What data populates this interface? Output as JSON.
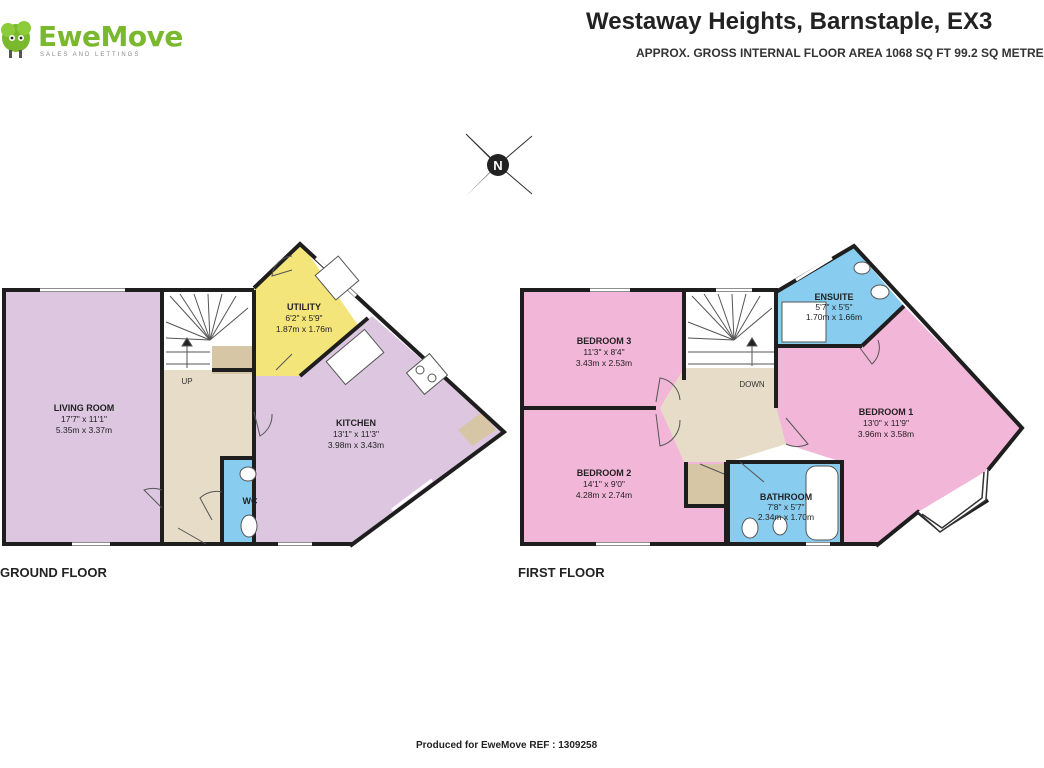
{
  "header": {
    "title": "Westaway Heights, Barnstaple, EX3",
    "subtitle": "APPROX. GROSS INTERNAL FLOOR AREA 1068 SQ FT 99.2 SQ METRE"
  },
  "brand": {
    "logo_name": "EweMove",
    "logo_tagline": "SALES AND LETTINGS",
    "color": "#7ab82d"
  },
  "compass": {
    "letter": "N"
  },
  "floors": {
    "ground": {
      "label": "GROUND FLOOR"
    },
    "first": {
      "label": "FIRST FLOOR"
    }
  },
  "rooms": {
    "living": {
      "name": "LIVING ROOM",
      "imperial": "17'7\" x 11'1\"",
      "metric": "5.35m x 3.37m"
    },
    "utility": {
      "name": "UTILITY",
      "imperial": "6'2\" x 5'9\"",
      "metric": "1.87m x 1.76m"
    },
    "kitchen": {
      "name": "KITCHEN",
      "imperial": "13'1\" x 11'3\"",
      "metric": "3.98m x 3.43m"
    },
    "wc": {
      "name": "WC"
    },
    "bedroom3": {
      "name": "BEDROOM 3",
      "imperial": "11'3\" x 8'4\"",
      "metric": "3.43m x 2.53m"
    },
    "bedroom2": {
      "name": "BEDROOM 2",
      "imperial": "14'1\" x 9'0\"",
      "metric": "4.28m x 2.74m"
    },
    "ensuite": {
      "name": "ENSUITE",
      "imperial": "5'7\" x 5'5\"",
      "metric": "1.70m x 1.66m"
    },
    "bedroom1": {
      "name": "BEDROOM 1",
      "imperial": "13'0\" x 11'9\"",
      "metric": "3.96m x 3.58m"
    },
    "bathroom": {
      "name": "BATHROOM",
      "imperial": "7'8\" x 5'7\"",
      "metric": "2.34m x 1.70m"
    }
  },
  "stairs": {
    "up": "UP",
    "down": "DOWN"
  },
  "footer": {
    "text": "Produced for EweMove   REF : 1309258"
  },
  "colors": {
    "living": "#dcc6e0",
    "utility": "#f3e57a",
    "hall": "#e6dcc8",
    "wc": "#88cdf0",
    "bedroom": "#f2b6d8",
    "wall": "#1e1e1e"
  }
}
